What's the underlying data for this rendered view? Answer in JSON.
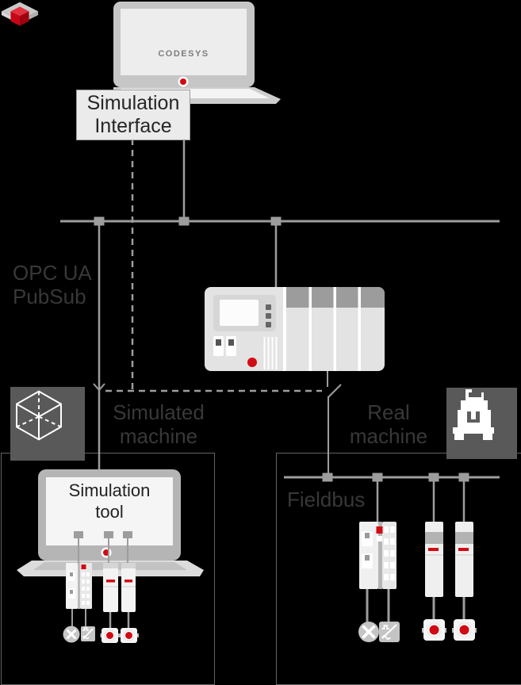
{
  "colors": {
    "background": "#000000",
    "red": "#d20a14",
    "line": "#9d9d9d",
    "panelDark": "#595959",
    "labelText": "#383838",
    "boxText": "#262626",
    "logoText": "#7d7d7d",
    "deviceGray": "#c6c6c6"
  },
  "engineering_laptop": {
    "logo_text": "CODESYS"
  },
  "simulation_interface": {
    "line1": "Simulation",
    "line2": "Interface"
  },
  "opc_ua_bus": {
    "label_line1": "OPC UA",
    "label_line2": "PubSub"
  },
  "simulated_section": {
    "title_line1": "Simulated",
    "title_line2": "machine"
  },
  "real_section": {
    "title_line1": "Real",
    "title_line2": "machine"
  },
  "simulation_tool": {
    "screen_line1": "Simulation",
    "screen_line2": "tool"
  },
  "fieldbus": {
    "label": "Fieldbus"
  },
  "icons": {
    "left_section": "wireframe-cube-icon",
    "right_section": "cnc-machine-icon",
    "left_actuators": [
      "motor-x-icon",
      "signal-icon",
      "sensor-led-icon",
      "sensor-led-icon"
    ],
    "right_actuators": [
      "motor-x-icon",
      "signal-icon",
      "sensor-led-icon",
      "sensor-led-icon"
    ]
  }
}
